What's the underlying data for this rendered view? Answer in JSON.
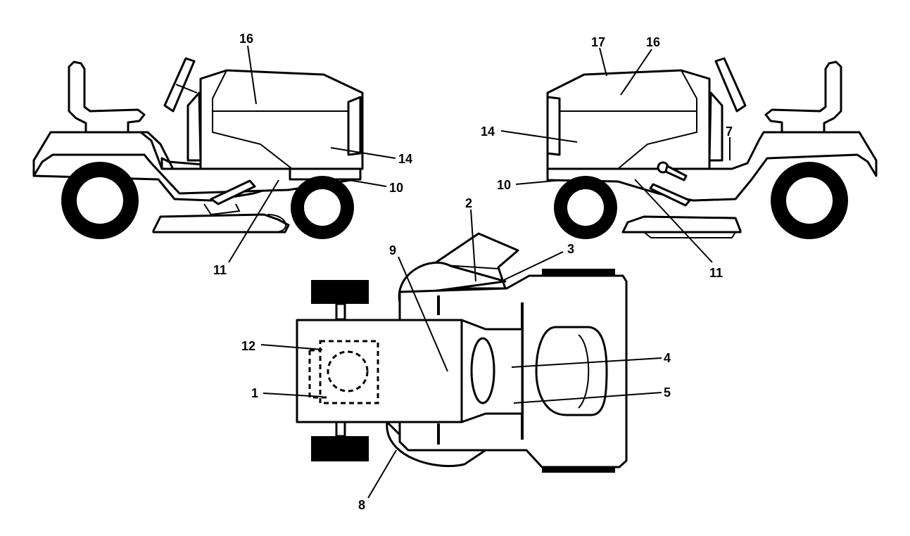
{
  "diagram": {
    "colors": {
      "line": "#000000",
      "background": "#ffffff"
    },
    "callouts": {
      "left_view": {
        "c16": "16",
        "c14": "14",
        "c10": "10",
        "c11": "11"
      },
      "right_view": {
        "c17": "17",
        "c16": "16",
        "c14": "14",
        "c7": "7",
        "c10": "10",
        "c11": "11"
      },
      "top_view": {
        "c2": "2",
        "c3": "3",
        "c9": "9",
        "c12": "12",
        "c1": "1",
        "c4": "4",
        "c5": "5",
        "c8": "8"
      }
    }
  }
}
